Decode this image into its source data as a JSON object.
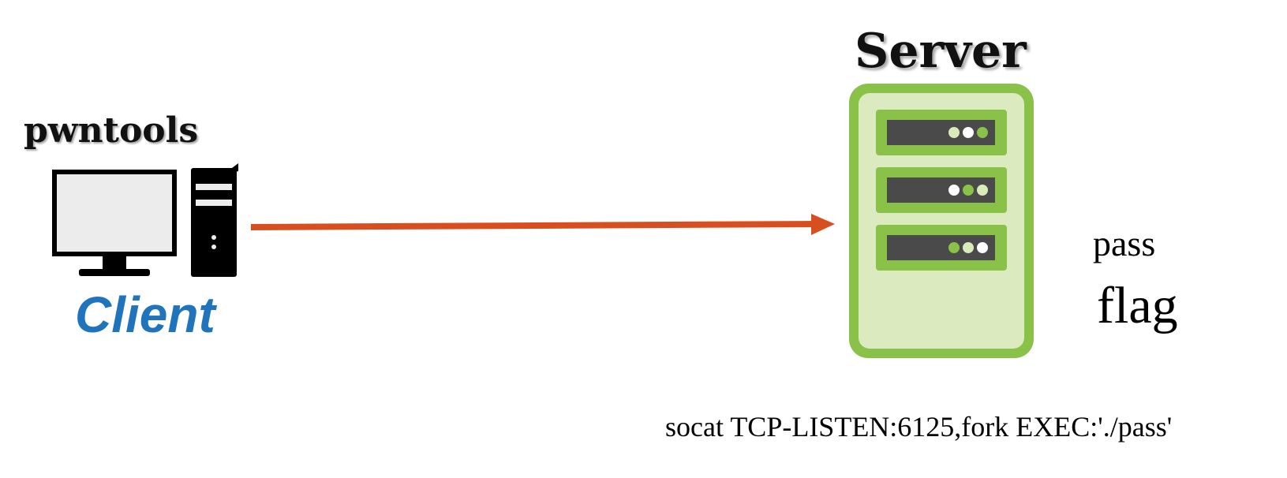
{
  "client": {
    "title": "pwntools",
    "label": "Client",
    "label_color": "#1f74bb",
    "icon": "desktop-computer-icon"
  },
  "server": {
    "title": "Server",
    "icon": "server-rack-icon",
    "colors": {
      "outer": "#8ac149",
      "inner": "#dcebbf",
      "slot": "#4a4a4a",
      "led_white": "#ffffff",
      "led_green": "#8ac149",
      "led_pale": "#d9ebb8"
    }
  },
  "arrow": {
    "color": "#d94e1f",
    "direction": "client-to-server"
  },
  "server_files": {
    "pass": "pass",
    "flag": "flag"
  },
  "command": "socat TCP-LISTEN:6125,fork EXEC:'./pass'"
}
